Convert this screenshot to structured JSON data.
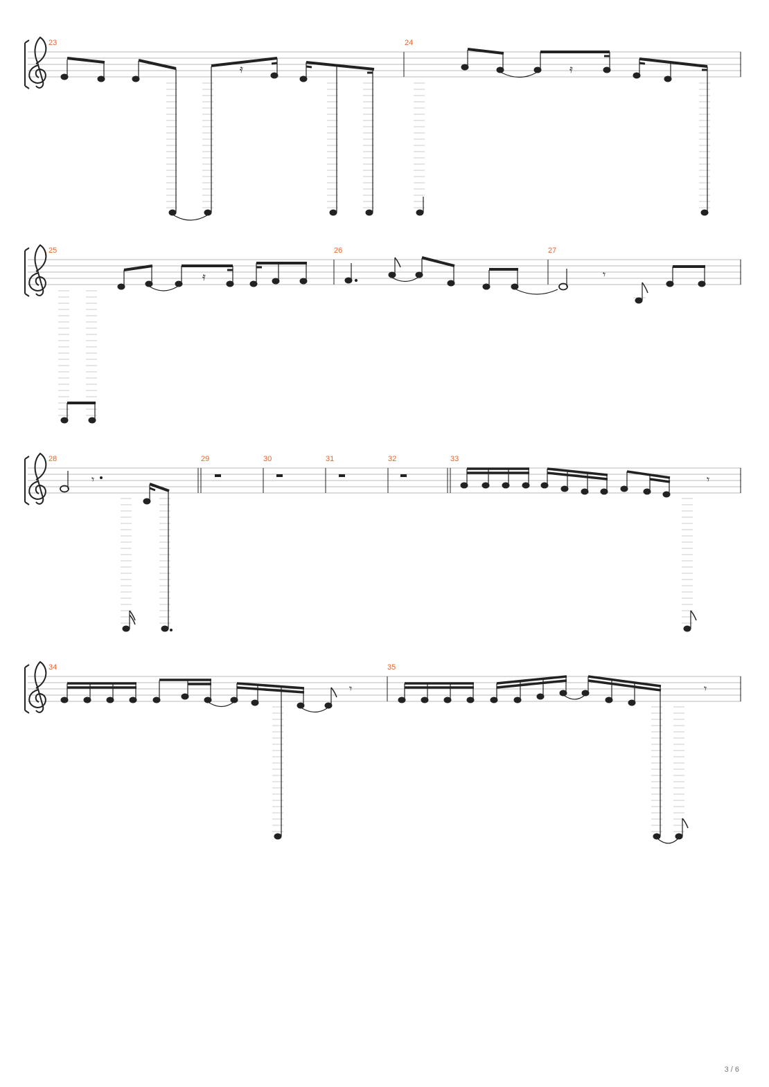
{
  "page": {
    "page_number": "3 / 6",
    "accent_color": "#e8642c",
    "ink_color": "#222222",
    "staff_line_color": "#b8b8b8"
  },
  "clef": "treble-clef-icon",
  "systems": [
    {
      "measures": [
        {
          "number": "23"
        },
        {
          "number": "24"
        }
      ]
    },
    {
      "measures": [
        {
          "number": "25"
        },
        {
          "number": "26"
        },
        {
          "number": "27"
        }
      ]
    },
    {
      "measures": [
        {
          "number": "28"
        },
        {
          "number": "29",
          "rest": "half-rest"
        },
        {
          "number": "30",
          "rest": "half-rest"
        },
        {
          "number": "31",
          "rest": "half-rest"
        },
        {
          "number": "32",
          "rest": "half-rest"
        },
        {
          "number": "33"
        }
      ]
    },
    {
      "measures": [
        {
          "number": "34"
        },
        {
          "number": "35"
        }
      ]
    }
  ]
}
